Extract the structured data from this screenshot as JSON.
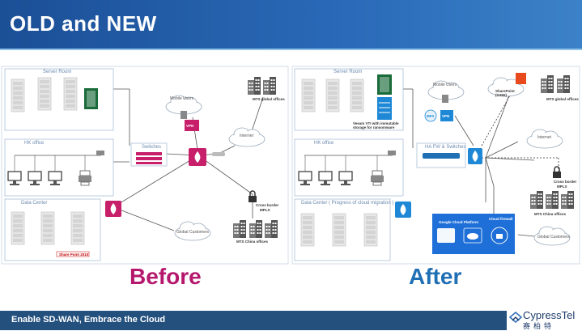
{
  "slide": {
    "title": "OLD and NEW",
    "footer_text": "Enable SD-WAN, Embrace the Cloud",
    "logo_text": "CypressTel",
    "logo_subtext": "赛柏特"
  },
  "before": {
    "caption": "Before",
    "server_room": "Server Room",
    "hk_office": "HK office",
    "switches": "Switches",
    "data_center": "Data Center",
    "share_point": "Share Point 2010",
    "mobile_users": "Mobile Users",
    "vpn": "VPN",
    "internet": "Internet",
    "global_customers": "Global Customers",
    "cross_border": "Cross border",
    "mpls": "MPLS",
    "mts_global": "MTS global offices",
    "mts_china": "MTS China offices"
  },
  "after": {
    "caption": "After",
    "server_room": "Server Room",
    "veeam": "Veeam VTI with immutable storage for ransomware",
    "hk_office": "HK office",
    "ha_fw": "HA FW & Switches",
    "data_center": "Data Center ( Progress of cloud migration )",
    "mobile_users": "Mobile Users",
    "mfa": "MFA",
    "vpn": "VPN",
    "sharepoint": "SharePoint (O365)",
    "internet": "Internet",
    "global_customers": "Global Customers",
    "cross_border": "Cross border",
    "mpls": "MPLS",
    "mts_global": "MTS global offices",
    "mts_china": "MTS China offices",
    "google_cloud": "Google Cloud Platform",
    "cloud_firewall": "Cloud firewall"
  },
  "colors": {
    "header_blue": "#1b4f96",
    "before_magenta": "#b5186c",
    "after_blue": "#1f6fb5",
    "firewall_magenta": "#c81f6b",
    "firewall_blue": "#1e88d6"
  }
}
